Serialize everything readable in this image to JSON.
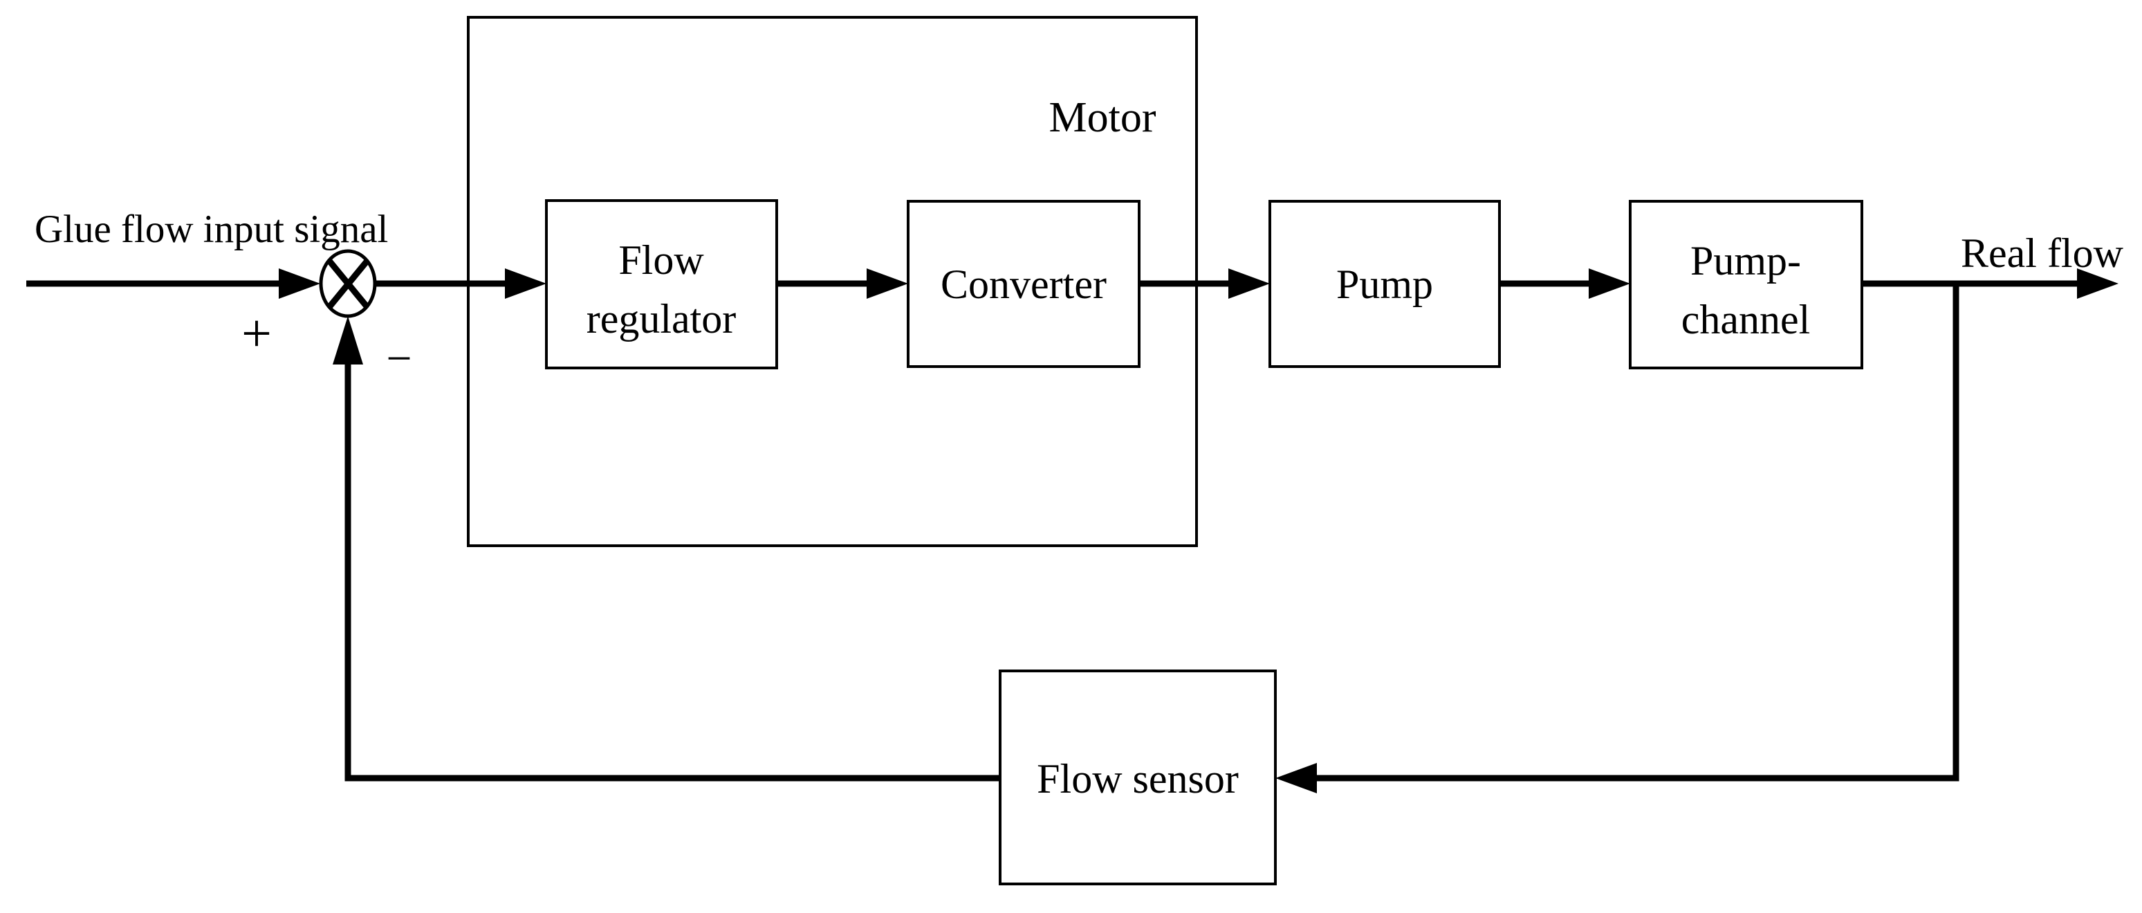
{
  "diagram": {
    "type": "control-loop-block-diagram",
    "background_color": "#ffffff",
    "ink_color": "#000000"
  },
  "labels": {
    "input_signal": "Glue flow input signal",
    "plus_sign": "+",
    "minus_sign": "−",
    "motor": "Motor",
    "flow_regulator_line1": "Flow",
    "flow_regulator_line2": "regulator",
    "converter": "Converter",
    "pump": "Pump",
    "pump_channel_line1": "Pump-",
    "pump_channel_line2": "channel",
    "real_flow": "Real flow",
    "flow_sensor": "Flow sensor"
  }
}
